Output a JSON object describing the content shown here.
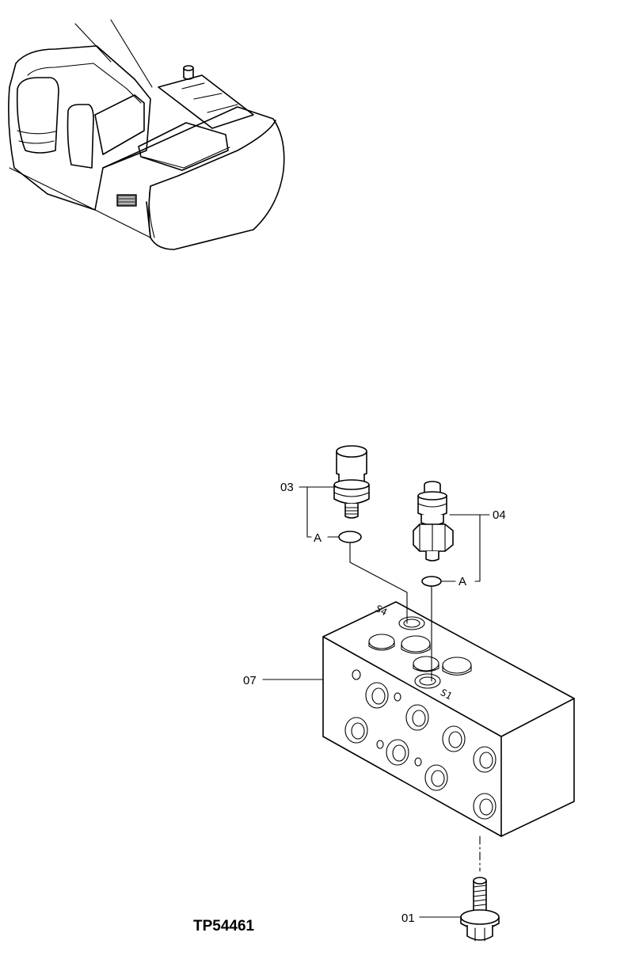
{
  "figure": {
    "id": "TP54461",
    "callouts": {
      "c01": "01",
      "c03": "03",
      "c04": "04",
      "c07": "07"
    },
    "detail_marker": "A",
    "port_marks": {
      "s4": "S4",
      "s1": "S1"
    }
  }
}
